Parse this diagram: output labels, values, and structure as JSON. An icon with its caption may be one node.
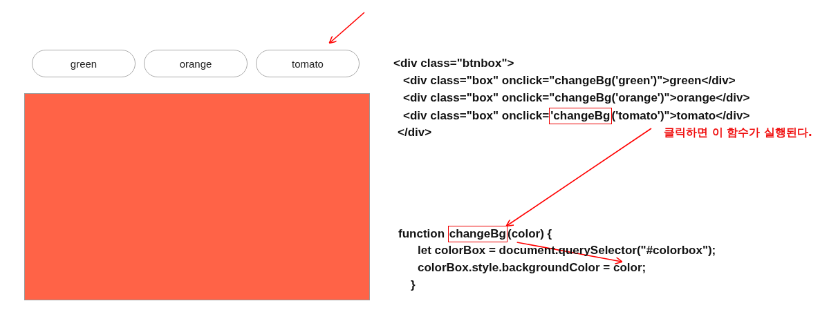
{
  "diagram": {
    "nodes": [
      {
        "text": [
          "green"
        ]
      },
      {
        "text": [
          "orange"
        ]
      },
      {
        "text": [
          "tomato"
        ]
      },
      {
        "text": [],
        "shape": "box"
      },
      {
        "text": [
          "'changeBg"
        ]
      },
      {
        "text": [
          "클릭하면 이 함수가 실행된다."
        ]
      },
      {
        "text": [
          "changeBg"
        ]
      },
      {
        "text": [
          "color"
        ]
      },
      {
        "text": [
          "color"
        ]
      }
    ],
    "edges": [
      {
        "from": null,
        "to": 2,
        "arrow": "to"
      },
      {
        "from": 5,
        "to": 6,
        "arrow": "to"
      },
      {
        "from": 7,
        "to": 8,
        "arrow": "to"
      }
    ],
    "labels": [
      "<div class=\"btnbox\">",
      "<div class=\"box\" onclick=\"changeBg('green')\">green</div>",
      "<div class=\"box\" onclick=\"changeBg('orange')\">orange</div>",
      "<div class=\"box\" onclick=",
      "('tomato')\">tomato</div>",
      "</div>",
      "function",
      "(",
      ") {",
      "let colorBox = document.querySelector(\"#colorbox\");",
      "colorBox.style.backgroundColor =",
      ";",
      "}"
    ]
  }
}
